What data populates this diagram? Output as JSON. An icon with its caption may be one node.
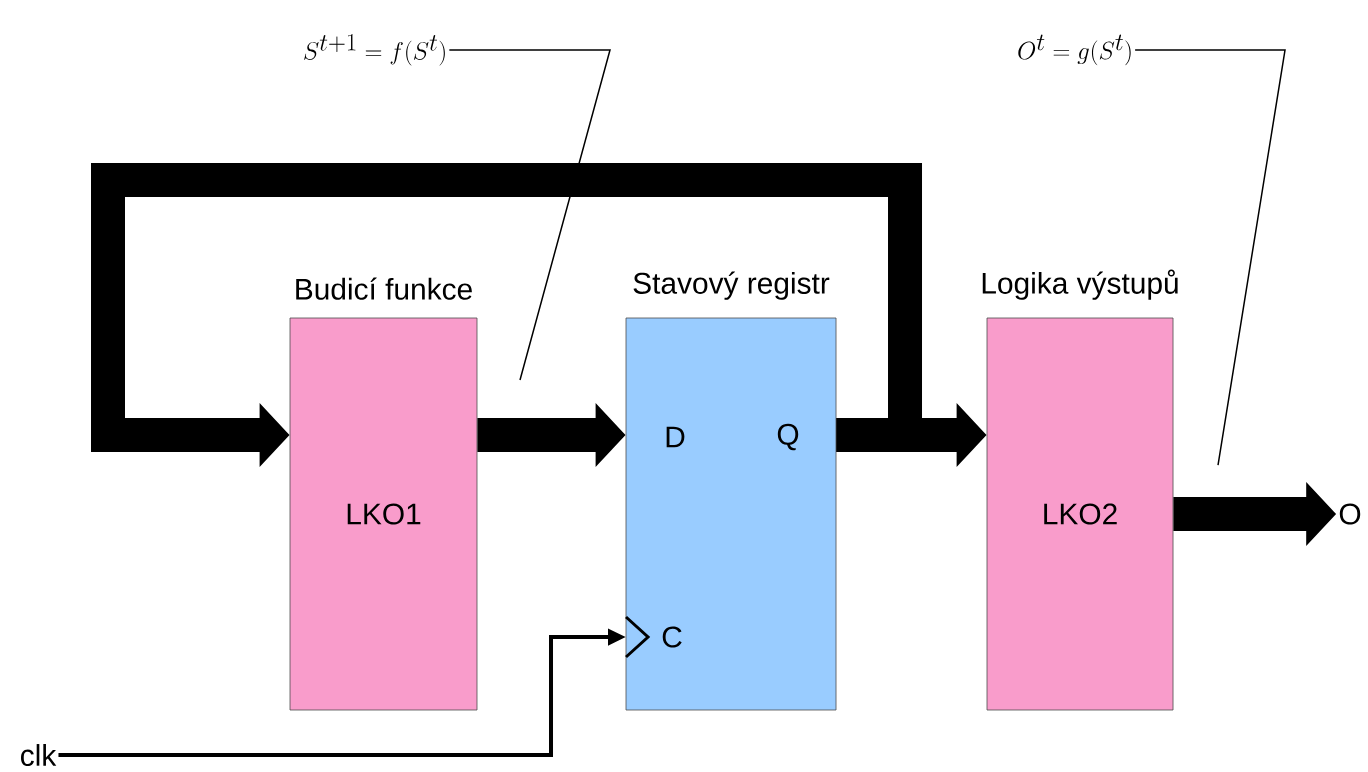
{
  "diagram": {
    "nodes": [
      {
        "text": [
          "Budicí funkce",
          "LKO1"
        ]
      },
      {
        "text": [
          "Stavový registr",
          "D",
          "Q",
          "C"
        ]
      },
      {
        "text": [
          "Logika výstupů",
          "LKO2"
        ]
      },
      {
        "text": [
          "clk"
        ]
      },
      {
        "text": [
          "O"
        ]
      },
      {
        "text": [
          "S^{t+1}=f(S^{t})"
        ]
      },
      {
        "text": [
          "O^{t}=g(S^{t})"
        ]
      }
    ],
    "edges": [
      {
        "from": 0,
        "to": 1,
        "arrow": "to"
      },
      {
        "from": 1,
        "to": 2,
        "arrow": "to"
      },
      {
        "from": 1,
        "to": 0,
        "arrow": "to"
      },
      {
        "from": 3,
        "to": 1,
        "arrow": "to"
      },
      {
        "from": 2,
        "to": 4,
        "arrow": "to"
      },
      {
        "from": 5,
        "to": null,
        "arrow": "none"
      },
      {
        "from": 6,
        "to": null,
        "arrow": "none"
      }
    ]
  }
}
